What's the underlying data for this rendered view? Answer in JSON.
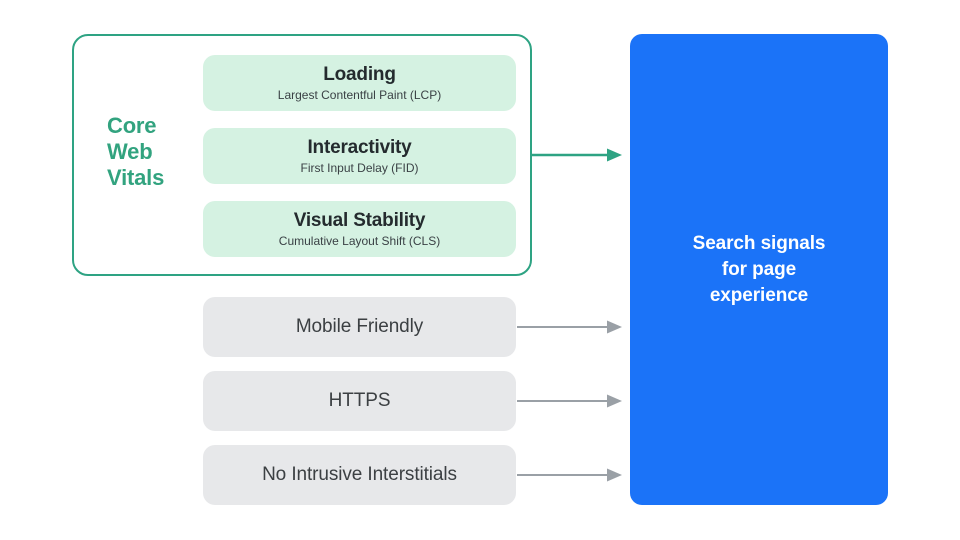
{
  "diagram": {
    "title": "Search signals for page experience",
    "colors": {
      "green_border": "#2EA383",
      "green_label_text": "#32A37F",
      "green_box_fill": "#D5F2E2",
      "gray_box_fill": "#E7E8EA",
      "gray_box_text": "#3C4043",
      "blue_panel": "#1B73F8",
      "blue_panel_text": "#FFFFFF",
      "gray_arrow": "#9AA0A6",
      "green_arrow": "#2EA383",
      "background": "#FFFFFF"
    }
  },
  "core_web_vitals": {
    "label_lines": [
      "Core",
      "Web",
      "Vitals"
    ],
    "metrics": [
      {
        "title": "Loading",
        "subtitle": "Largest Contentful Paint (LCP)"
      },
      {
        "title": "Interactivity",
        "subtitle": "First Input Delay (FID)"
      },
      {
        "title": "Visual Stability",
        "subtitle": "Cumulative Layout Shift (CLS)"
      }
    ]
  },
  "other_signals": [
    {
      "label": "Mobile Friendly"
    },
    {
      "label": "HTTPS"
    },
    {
      "label": "No Intrusive Interstitials"
    }
  ],
  "destination": {
    "lines": [
      "Search signals",
      "for page",
      "experience"
    ]
  }
}
